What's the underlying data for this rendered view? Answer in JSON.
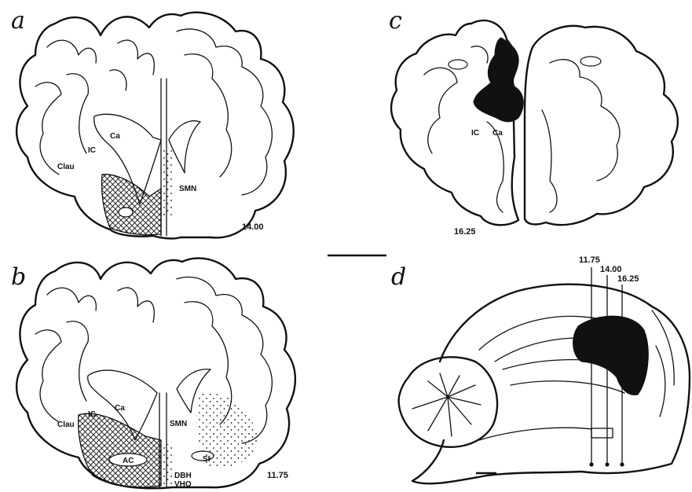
{
  "panels": {
    "a": {
      "letter": "a",
      "section_level": "14.00",
      "labels": {
        "clau": "Clau",
        "ic": "IC",
        "ca": "Ca",
        "smn": "SMN"
      }
    },
    "b": {
      "letter": "b",
      "section_level": "11.75",
      "labels": {
        "clau": "Clau",
        "ic": "IC",
        "ca": "Ca",
        "smn": "SMN",
        "ac": "AC",
        "si": "SI",
        "dbh": "DBH",
        "vho": "VHO"
      }
    },
    "c": {
      "letter": "c",
      "section_level": "16.25",
      "labels": {
        "ic": "IC",
        "ca": "Ca"
      }
    },
    "d": {
      "letter": "d",
      "levels": [
        "11.75",
        "14.00",
        "16.25"
      ]
    }
  },
  "colors": {
    "ink": "#111111",
    "background": "#ffffff"
  }
}
